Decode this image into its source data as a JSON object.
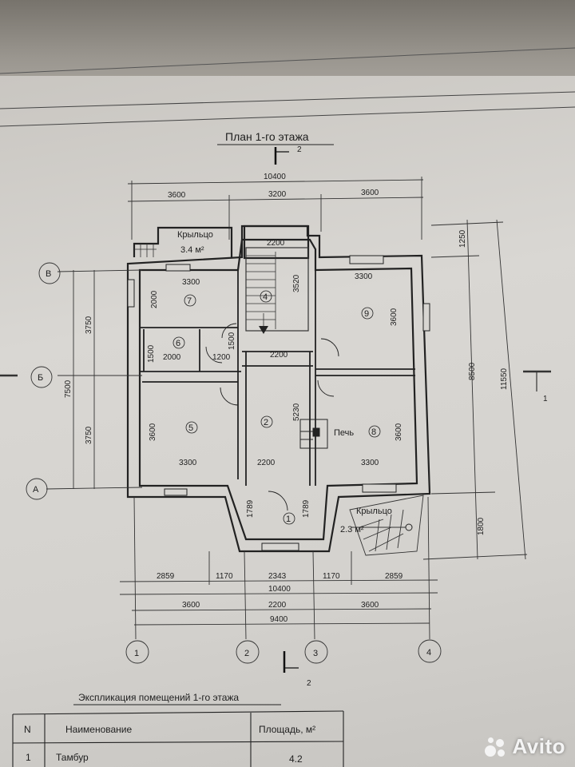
{
  "plan": {
    "title": "План 1-го этажа",
    "section_mark": "2",
    "section_mark_right": "1",
    "section_mark_bottom": "2"
  },
  "dims_top": {
    "overall": "10400",
    "seg1": "3600",
    "seg2": "3200",
    "seg3": "3600"
  },
  "dims_bottom": {
    "seg1": "2859",
    "seg2": "1170",
    "seg3": "2343",
    "seg4": "1170",
    "seg5": "2859",
    "overall1": "10400",
    "b1": "3600",
    "b2": "2200",
    "b3": "3600",
    "overall2": "9400"
  },
  "dims_left": {
    "a": "3750",
    "b": "3750",
    "total": "7500"
  },
  "dims_right": {
    "a": "1250",
    "b": "8500",
    "c": "1800",
    "total": "11550"
  },
  "axes": {
    "rows": [
      "В",
      "Б",
      "А"
    ],
    "cols": [
      "1",
      "2",
      "3",
      "4"
    ]
  },
  "rooms": {
    "r1": "1",
    "r2": "2",
    "r4": "4",
    "r5": "5",
    "r6": "6",
    "r7": "7",
    "r8": "8",
    "r9": "9",
    "porch_top_label": "Крыльцо",
    "porch_top_area": "3.4 м²",
    "porch_right_label": "Крыльцо",
    "porch_right_area": "2.3 м²",
    "stove": "Печь"
  },
  "inner_dims": {
    "r7_w": "3300",
    "r7_h": "2000",
    "r6_w": "2000",
    "r6_h": "1500",
    "small_w": "1200",
    "small_h": "1500",
    "stair_w": "2200",
    "stair_h": "3520",
    "hall_w": "2200",
    "hall_h": "5230",
    "hall_w2": "2200",
    "r9_w": "3300",
    "r9_h": "3600",
    "r5_w": "3300",
    "r5_h": "3600",
    "r8_w": "3300",
    "r8_h": "3600",
    "diag1": "1789",
    "diag2": "1789"
  },
  "table": {
    "caption": "Экспликация помещений 1-го этажа",
    "headers": [
      "N",
      "Наименование",
      "Площадь, м²"
    ],
    "rows": [
      {
        "n": "1",
        "name": "Тамбур",
        "area": "4.2"
      }
    ]
  },
  "watermark": "Avito"
}
